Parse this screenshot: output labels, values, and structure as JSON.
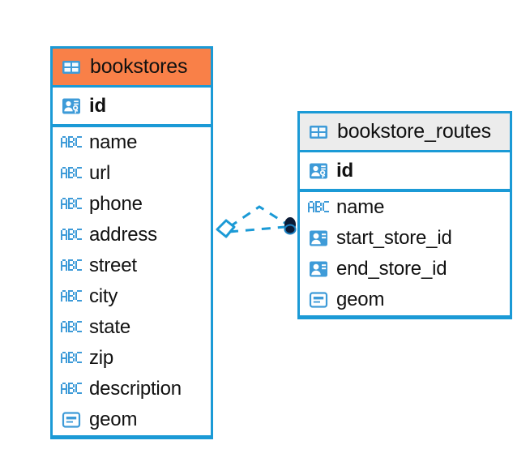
{
  "diagram": {
    "type": "entity-relationship-diagram",
    "colors": {
      "entity_border": "#1B9AD6",
      "header_highlight": "#F98048",
      "header_default": "#ECECEC",
      "icon_blue": "#3E9BD8",
      "relation_line": "#1B9AD6",
      "relation_endpoint": "#0B1B36"
    },
    "entities": [
      {
        "name": "bookstores",
        "header_style": "highlighted",
        "keys": [
          {
            "label": "id",
            "icon": "primary-key-icon",
            "type": "primary-key"
          }
        ],
        "fields": [
          {
            "label": "name",
            "icon": "abc-text-icon",
            "type": "text"
          },
          {
            "label": "url",
            "icon": "abc-text-icon",
            "type": "text"
          },
          {
            "label": "phone",
            "icon": "abc-text-icon",
            "type": "text"
          },
          {
            "label": "address",
            "icon": "abc-text-icon",
            "type": "text"
          },
          {
            "label": "street",
            "icon": "abc-text-icon",
            "type": "text"
          },
          {
            "label": "city",
            "icon": "abc-text-icon",
            "type": "text"
          },
          {
            "label": "state",
            "icon": "abc-text-icon",
            "type": "text"
          },
          {
            "label": "zip",
            "icon": "abc-text-icon",
            "type": "text"
          },
          {
            "label": "description",
            "icon": "abc-text-icon",
            "type": "text"
          },
          {
            "label": "geom",
            "icon": "geometry-icon",
            "type": "geometry"
          }
        ]
      },
      {
        "name": "bookstore_routes",
        "header_style": "default",
        "keys": [
          {
            "label": "id",
            "icon": "primary-key-icon",
            "type": "primary-key"
          }
        ],
        "fields": [
          {
            "label": "name",
            "icon": "abc-text-icon",
            "type": "text"
          },
          {
            "label": "start_store_id",
            "icon": "foreign-key-icon",
            "type": "foreign-key"
          },
          {
            "label": "end_store_id",
            "icon": "foreign-key-icon",
            "type": "foreign-key"
          },
          {
            "label": "geom",
            "icon": "geometry-icon",
            "type": "geometry"
          }
        ]
      }
    ],
    "relationships": [
      {
        "from": "bookstores",
        "to": "bookstore_routes",
        "from_marker": "diamond-outline",
        "to_marker": "filled-circle",
        "line_style": "dashed"
      },
      {
        "from": "bookstores",
        "to": "bookstore_routes",
        "from_marker": "diamond-outline",
        "to_marker": "filled-circle",
        "line_style": "dashed"
      }
    ]
  }
}
